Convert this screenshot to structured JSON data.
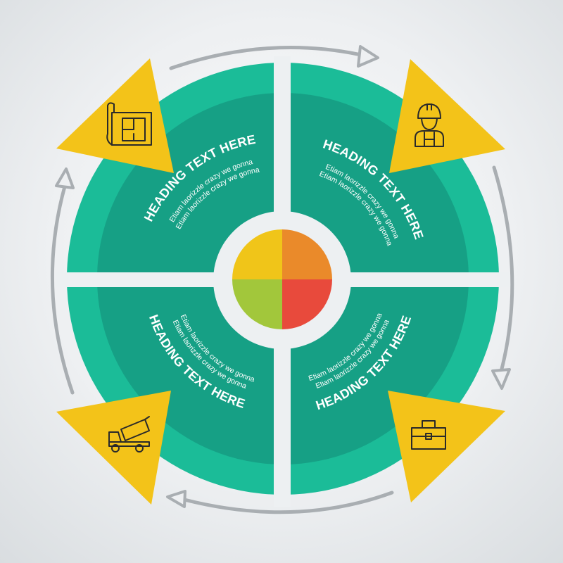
{
  "colors": {
    "outer_ring": "#1bbc98",
    "inner_ring": "#16a085",
    "gap": "#edf0f2",
    "triangle": "#f3c319",
    "arrow": "#a9aeb2",
    "pie_yellow": "#f0c519",
    "pie_orange": "#ea8a2a",
    "pie_green": "#a2c73b",
    "pie_red": "#e84a3c"
  },
  "segments": [
    {
      "id": "top-left",
      "heading": "HEADING TEXT HERE",
      "line1": "Etiam laorizzle crazy we gonna",
      "line2": "Etiam laorizzle crazy we gonna",
      "icon": "blueprint-icon"
    },
    {
      "id": "top-right",
      "heading": "HEADING TEXT HERE",
      "line1": "Etiam laorizzle crazy we gonna",
      "line2": "Etiam laorizzle crazy we gonna",
      "icon": "worker-icon"
    },
    {
      "id": "bottom-right",
      "heading": "HEADING TEXT HERE",
      "line1": "Etiam laorizzle crazy we gonna",
      "line2": "Etiam laorizzle crazy we gonna",
      "icon": "toolbox-icon"
    },
    {
      "id": "bottom-left",
      "heading": "HEADING TEXT HERE",
      "line1": "Etiam laorizzle crazy we gonna",
      "line2": "Etiam laorizzle crazy we gonna",
      "icon": "concrete-mixer-truck-icon"
    }
  ]
}
